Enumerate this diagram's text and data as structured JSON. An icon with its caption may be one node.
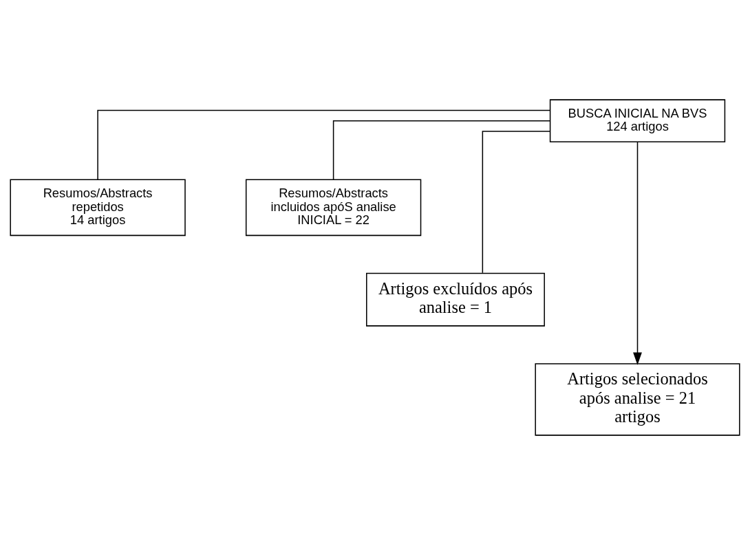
{
  "diagram": {
    "nodes": [
      {
        "text": [
          "BUSCA INICIAL NA BVS",
          "124 artigos"
        ]
      },
      {
        "text": [
          "Resumos/Abstracts repetidos",
          "14 artigos"
        ]
      },
      {
        "text": [
          "Resumos/Abstracts incluidos apóS analise INICIAL = 22"
        ]
      },
      {
        "text": [
          "Artigos excluídos após analise = 1"
        ]
      },
      {
        "text": [
          "Artigos selecionados após analise = 21 artigos"
        ]
      }
    ],
    "edges": [
      {
        "from": 0,
        "to": 4,
        "arrow": "to"
      },
      {
        "from": 0,
        "to": 1,
        "arrow": "none"
      },
      {
        "from": 0,
        "to": 2,
        "arrow": "none"
      },
      {
        "from": 0,
        "to": 3,
        "arrow": "none"
      }
    ]
  }
}
